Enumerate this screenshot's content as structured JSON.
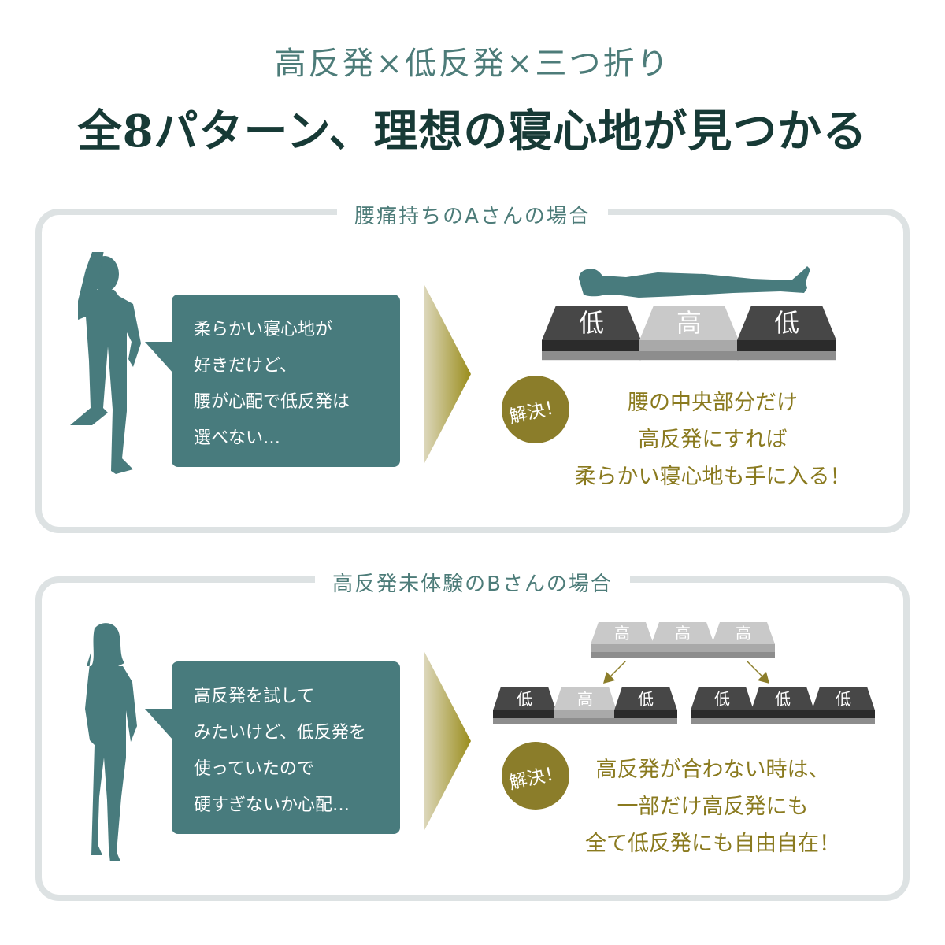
{
  "header": {
    "subtitle": "高反発×低反発×三つ折り",
    "title": "全8パターン、理想の寝心地が見つかる"
  },
  "colors": {
    "teal": "#487b7d",
    "olive": "#8b7d2a",
    "title": "#173a36"
  },
  "cases": [
    {
      "label": "腰痛持ちのAさんの場合",
      "bubble": [
        "柔らかい寝心地が",
        "好きだけど、",
        "腰が心配で低反発は",
        "選べない…"
      ],
      "badge": "解決！",
      "solution": [
        "腰の中央部分だけ",
        "高反発にすれば",
        "柔らかい寝心地も手に入る！"
      ],
      "mattress": [
        "低",
        "高",
        "低"
      ]
    },
    {
      "label": "高反発未体験のBさんの場合",
      "bubble": [
        "高反発を試して",
        "みたいけど、低反発を",
        "使っていたので",
        "硬すぎないか心配…"
      ],
      "badge": "解決！",
      "solution": [
        "高反発が合わない時は、",
        "一部だけ高反発にも",
        "全て低反発にも自由自在！"
      ],
      "mattress_top": [
        "高",
        "高",
        "高"
      ],
      "mattress_left": [
        "低",
        "高",
        "低"
      ],
      "mattress_right": [
        "低",
        "低",
        "低"
      ]
    }
  ]
}
